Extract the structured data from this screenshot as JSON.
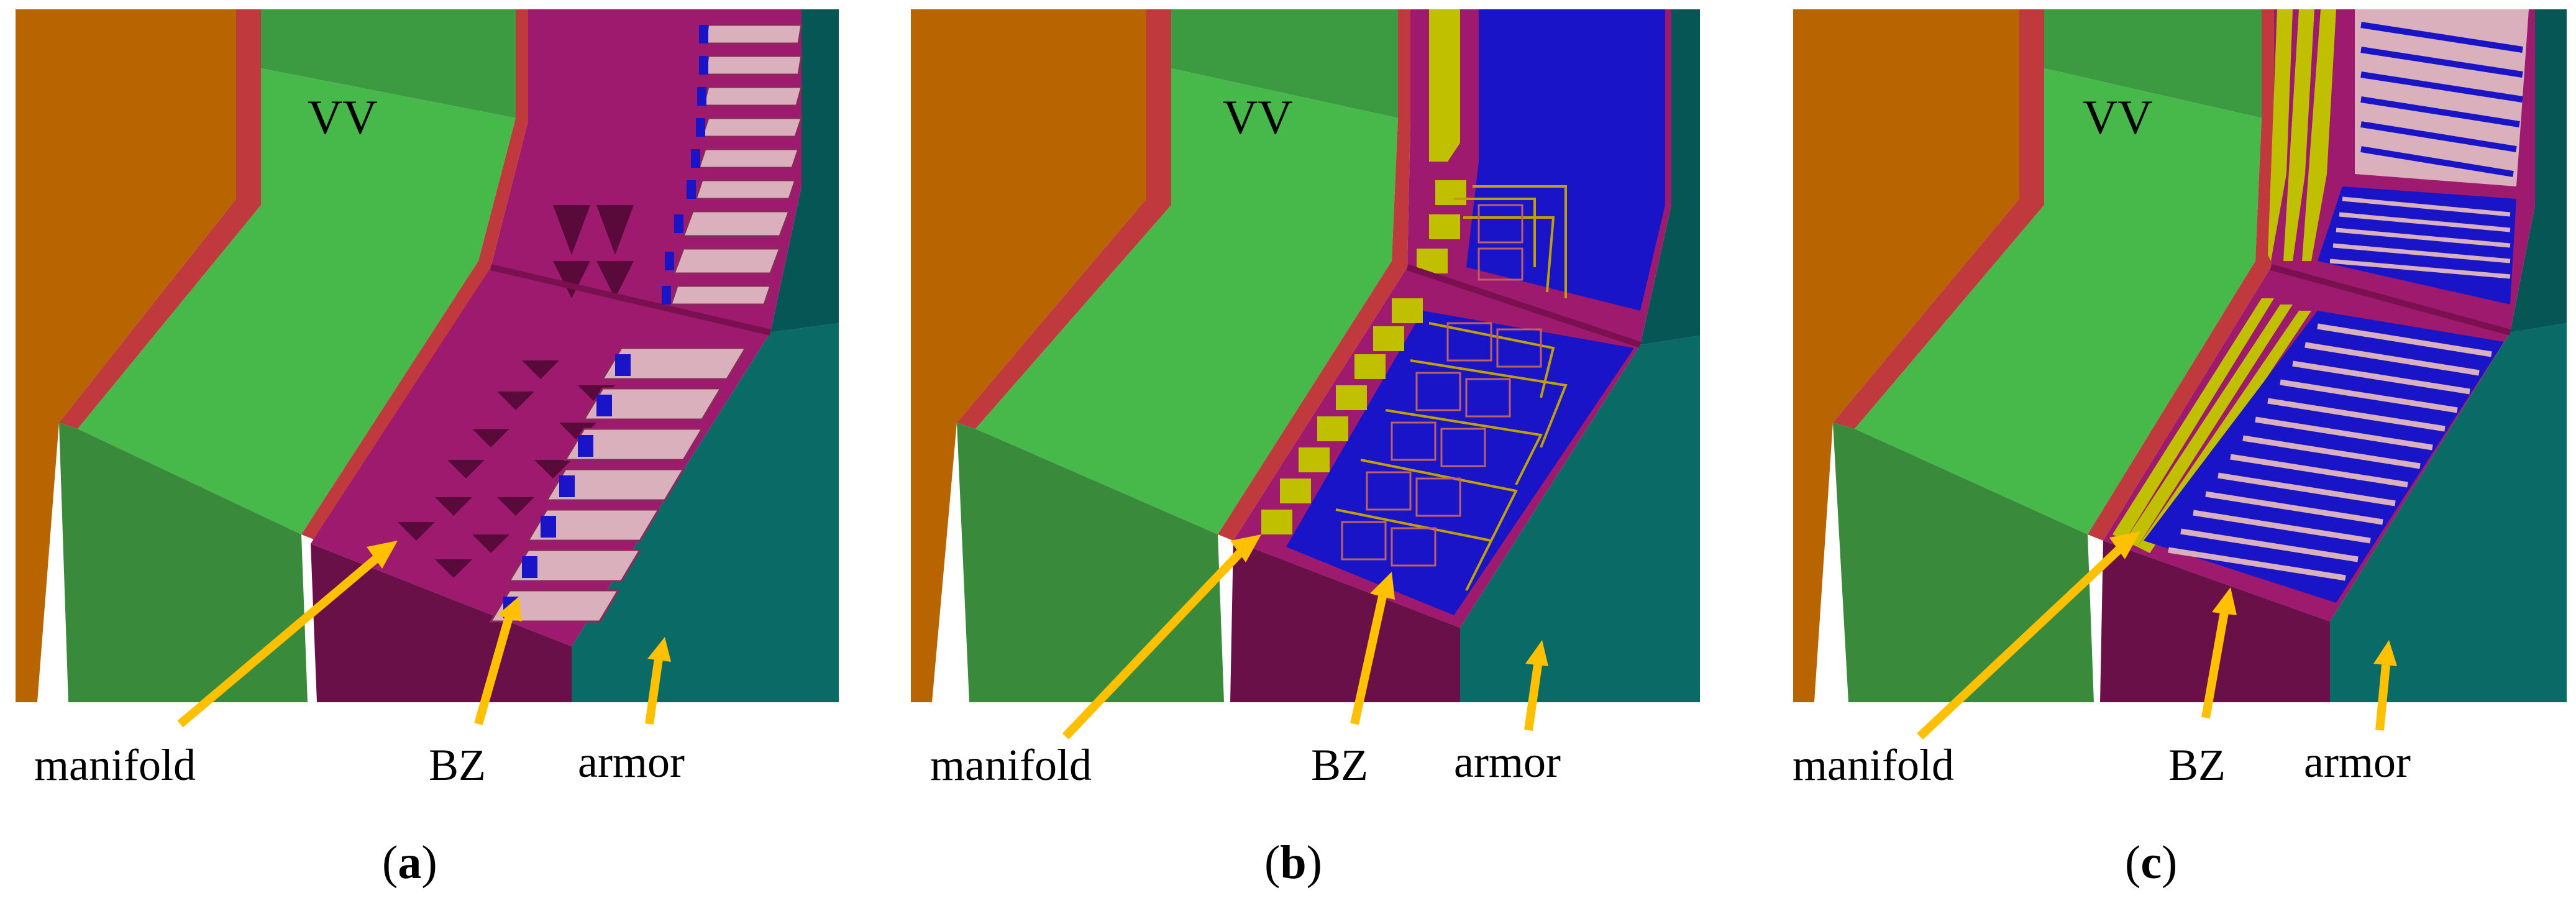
{
  "colors": {
    "orange": "#b86400",
    "red_wall": "#c0393d",
    "green_light": "#46b94a",
    "green_dark": "#3a8a3c",
    "green_top": "#3c9a40",
    "magenta": "#9e1a6e",
    "magenta_dark": "#6a1048",
    "teal": "#0a6a66",
    "teal_dark": "#055654",
    "blue": "#1a14c8",
    "yellow": "#c0c000",
    "pink_plate": "#dab0bc",
    "arrow": "#ffc000"
  },
  "panels": [
    {
      "id": "a",
      "labels": {
        "vv": "VV",
        "manifold": "manifold",
        "bz": "BZ",
        "armor": "armor"
      },
      "caption": {
        "open": "(",
        "letter": "a",
        "close": ")"
      }
    },
    {
      "id": "b",
      "labels": {
        "vv": "VV",
        "manifold": "manifold",
        "bz": "BZ",
        "armor": "armor"
      },
      "caption": {
        "open": "(",
        "letter": "b",
        "close": ")"
      }
    },
    {
      "id": "c",
      "labels": {
        "vv": "VV",
        "manifold": "manifold",
        "bz": "BZ",
        "armor": "armor"
      },
      "caption": {
        "open": "(",
        "letter": "c",
        "close": ")"
      }
    }
  ]
}
